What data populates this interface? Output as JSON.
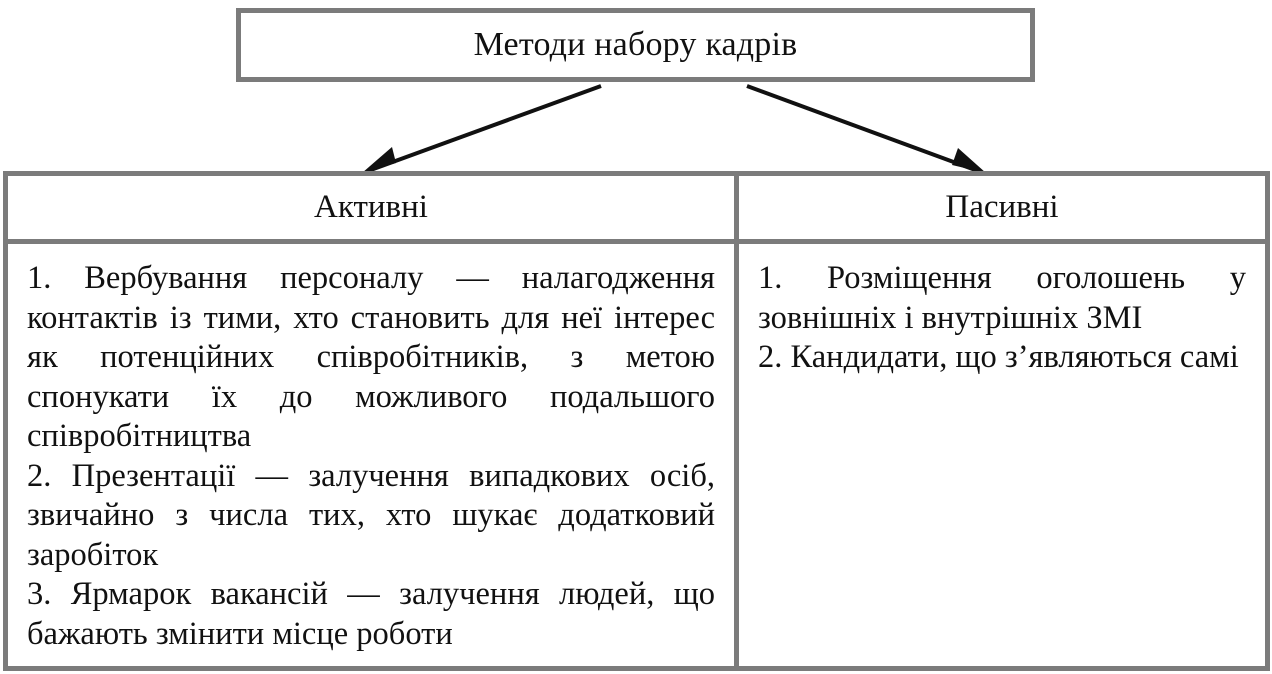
{
  "diagram": {
    "title": "Методи набору кадрів",
    "columns": [
      {
        "heading": "Активні",
        "items": [
          "1. Вербування персоналу — налагодження контактів із тими, хто становить для неї інтерес як потенційних співробітників, з метою спонукати їх до можливого подальшого співробітництва",
          "2. Презентації — залучення випадкових осіб, звичайно з числа тих, хто шукає додатковий заробіток",
          "3. Ярмарок вакансій — залучення людей, що бажають змінити місце роботи"
        ]
      },
      {
        "heading": "Пасивні",
        "items": [
          "1. Розміщення оголошень у зовнішніх і внутрішніх ЗМІ",
          "2. Кандидати, що з’являються самі"
        ]
      }
    ],
    "colors": {
      "border": "#7b7b7b",
      "text": "#111111",
      "arrow": "#111111"
    }
  }
}
